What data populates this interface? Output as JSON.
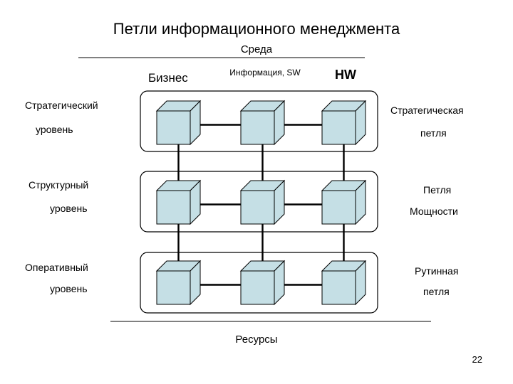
{
  "title": "Петли информационного менеджмента",
  "environment_label": "Среда",
  "columns": {
    "business": "Бизнес",
    "information": "Информация, SW",
    "hw": "HW"
  },
  "levels": [
    {
      "left_line1": "Стратегический",
      "left_line2": "уровень",
      "right_line1": "Стратегическая",
      "right_line2": "петля"
    },
    {
      "left_line1": "Структурный",
      "left_line2": "уровень",
      "right_line1": "Петля",
      "right_line2": "Мощности"
    },
    {
      "left_line1": "Оперативный",
      "left_line2": "уровень",
      "right_line1": "Рутинная",
      "right_line2": "петля"
    }
  ],
  "resources_label": "Ресурсы",
  "page_number": "22",
  "colors": {
    "cube_face": "#c5dfe5",
    "outline": "#000000",
    "background": "#ffffff"
  }
}
